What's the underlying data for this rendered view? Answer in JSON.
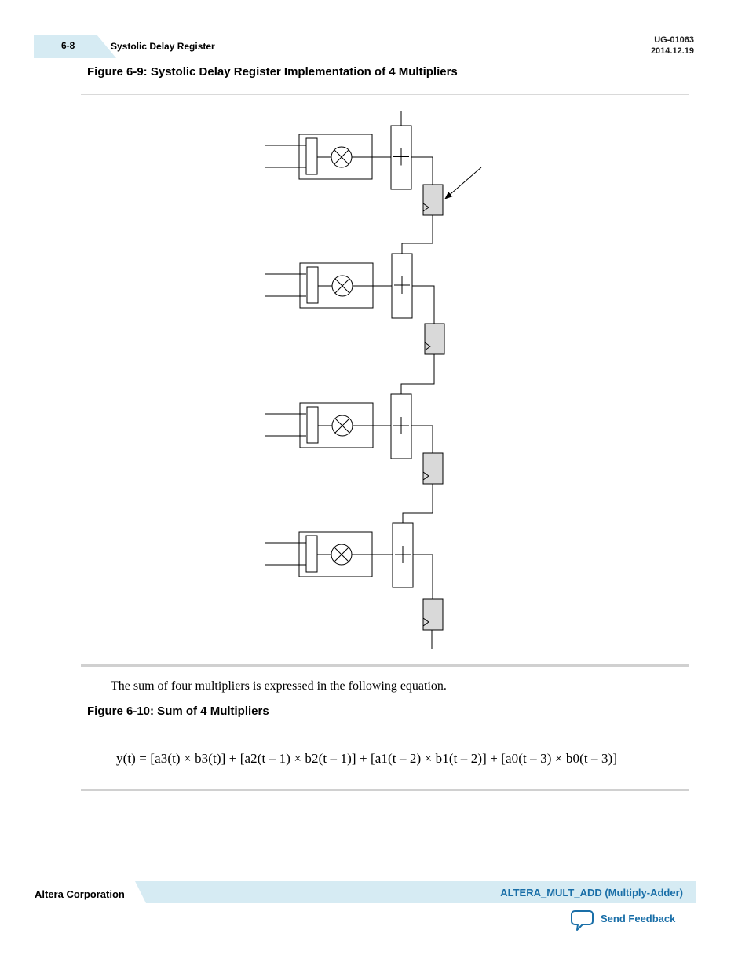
{
  "header": {
    "page_number": "6-8",
    "section_title": "Systolic Delay Register",
    "doc_id": "UG-01063",
    "doc_date": "2014.12.19"
  },
  "figure_1": {
    "title": "Figure 6-9: Systolic Delay Register Implementation of 4 Multipliers"
  },
  "body": {
    "paragraph": "The sum of four multipliers is expressed in the following equation."
  },
  "figure_2": {
    "title": "Figure 6-10: Sum of 4 Multipliers",
    "equation": "y(t) = [a3(t) × b3(t)] + [a2(t – 1) × b2(t – 1)] + [a1(t – 2) × b1(t – 2)] + [a0(t – 3) × b0(t – 3)]"
  },
  "footer": {
    "company": "Altera Corporation",
    "doc_title": "ALTERA_MULT_ADD (Multiply-Adder)",
    "feedback_label": "Send Feedback",
    "feedback_icon": "speech-bubble-icon"
  },
  "colors": {
    "accent_band": "#d6ebf3",
    "link_blue": "#1a6fa8",
    "register_fill": "#d9d9d9"
  }
}
